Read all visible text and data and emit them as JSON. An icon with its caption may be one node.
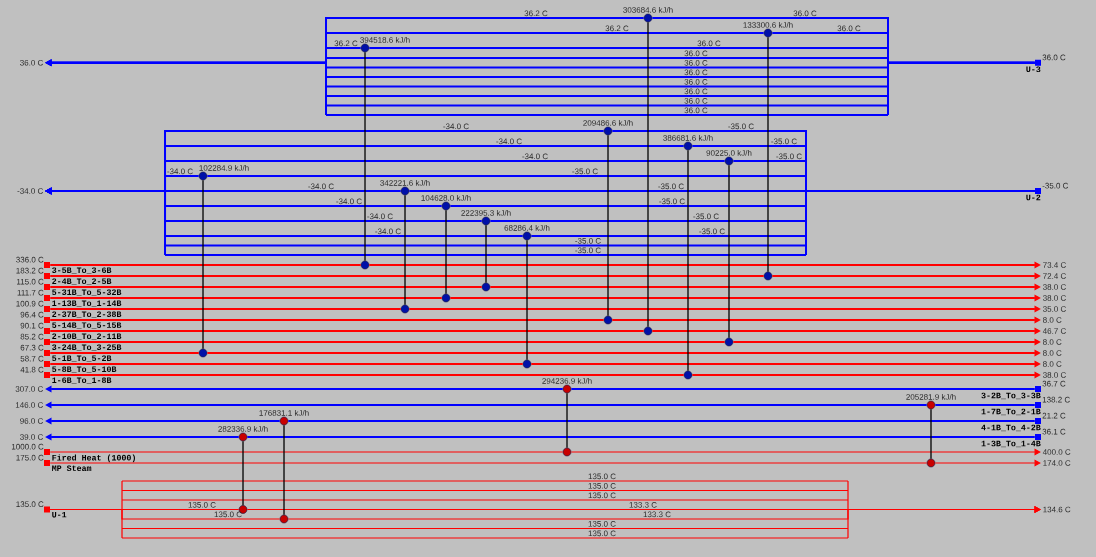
{
  "diagram": {
    "nodes": [
      {
        "text": [],
        "shape": "circle",
        "beside": [
          "303684.6 kJ/h"
        ]
      },
      {
        "text": [],
        "shape": "circle",
        "beside": [
          "133300.6 kJ/h"
        ]
      },
      {
        "text": [],
        "shape": "circle",
        "beside": [
          "394518.6 kJ/h"
        ]
      },
      {
        "text": [
          "36.0 C"
        ]
      },
      {
        "text": [
          "U-3"
        ],
        "beside": [
          "36.0 C"
        ]
      },
      {
        "text": [],
        "shape": "circle",
        "beside": [
          "209486.6 kJ/h"
        ]
      },
      {
        "text": [],
        "shape": "circle",
        "beside": [
          "386681.6 kJ/h"
        ]
      },
      {
        "text": [],
        "shape": "circle",
        "beside": [
          "90225.0 kJ/h"
        ]
      },
      {
        "text": [],
        "shape": "circle",
        "beside": [
          "102284.9 kJ/h"
        ]
      },
      {
        "text": [],
        "shape": "circle",
        "beside": [
          "342221.6 kJ/h"
        ]
      },
      {
        "text": [
          "-34.0 C"
        ]
      },
      {
        "text": [
          "U-2"
        ],
        "beside": [
          "-35.0 C"
        ]
      },
      {
        "text": [],
        "shape": "circle",
        "beside": [
          "104628.0 kJ/h"
        ]
      },
      {
        "text": [],
        "shape": "circle",
        "beside": [
          "222395.3 kJ/h"
        ]
      },
      {
        "text": [],
        "shape": "circle",
        "beside": [
          "68286.4 kJ/h"
        ]
      },
      {
        "text": [
          "3-5B_To_3-6B"
        ],
        "beside": [
          "336.0 C"
        ]
      },
      {
        "text": [],
        "shape": "circle"
      },
      {
        "text": [
          "73.4 C"
        ]
      },
      {
        "text": [
          "2-4B_To_2-5B"
        ],
        "beside": [
          "183.2 C"
        ]
      },
      {
        "text": [],
        "shape": "circle"
      },
      {
        "text": [
          "72.4 C"
        ]
      },
      {
        "text": [
          "5-31B_To_5-32B"
        ],
        "beside": [
          "115.0 C"
        ]
      },
      {
        "text": [],
        "shape": "circle"
      },
      {
        "text": [
          "38.0 C"
        ]
      },
      {
        "text": [
          "1-13B_To_1-14B"
        ],
        "beside": [
          "111.7 C"
        ]
      },
      {
        "text": [],
        "shape": "circle"
      },
      {
        "text": [
          "38.0 C"
        ]
      },
      {
        "text": [
          "2-37B_To_2-38B"
        ],
        "beside": [
          "100.9 C"
        ]
      },
      {
        "text": [],
        "shape": "circle"
      },
      {
        "text": [
          "35.0 C"
        ]
      },
      {
        "text": [
          "5-14B_To_5-15B"
        ],
        "beside": [
          "96.4 C"
        ]
      },
      {
        "text": [],
        "shape": "circle"
      },
      {
        "text": [
          "8.0 C"
        ]
      },
      {
        "text": [
          "2-10B_To_2-11B"
        ],
        "beside": [
          "90.1 C"
        ]
      },
      {
        "text": [],
        "shape": "circle"
      },
      {
        "text": [
          "46.7 C"
        ]
      },
      {
        "text": [
          "3-24B_To_3-25B"
        ],
        "beside": [
          "85.2 C"
        ]
      },
      {
        "text": [],
        "shape": "circle"
      },
      {
        "text": [
          "8.0 C"
        ]
      },
      {
        "text": [
          "5-1B_To_5-2B"
        ],
        "beside": [
          "67.3 C"
        ]
      },
      {
        "text": [],
        "shape": "circle"
      },
      {
        "text": [
          "8.0 C"
        ]
      },
      {
        "text": [
          "5-8B_To_5-10B"
        ],
        "beside": [
          "58.7 C"
        ]
      },
      {
        "text": [],
        "shape": "circle"
      },
      {
        "text": [
          "8.0 C"
        ]
      },
      {
        "text": [
          "1-6B_To_1-8B"
        ],
        "beside": [
          "41.8 C"
        ]
      },
      {
        "text": [],
        "shape": "circle"
      },
      {
        "text": [
          "38.0 C"
        ]
      },
      {
        "text": [
          "307.0 C"
        ]
      },
      {
        "text": [],
        "shape": "circle",
        "beside": [
          "294236.9 kJ/h"
        ]
      },
      {
        "text": [
          "3-2B_To_3-3B"
        ],
        "beside": [
          "36.7 C"
        ]
      },
      {
        "text": [
          "146.0 C"
        ]
      },
      {
        "text": [],
        "shape": "circle",
        "beside": [
          "205281.9 kJ/h"
        ]
      },
      {
        "text": [
          "1-7B_To_2-1B"
        ],
        "beside": [
          "138.2 C"
        ]
      },
      {
        "text": [
          "96.0 C"
        ]
      },
      {
        "text": [],
        "shape": "circle",
        "beside": [
          "176831.1 kJ/h"
        ]
      },
      {
        "text": [
          "4-1B_To_4-2B"
        ],
        "beside": [
          "21.2 C"
        ]
      },
      {
        "text": [
          "39.0 C"
        ]
      },
      {
        "text": [],
        "shape": "circle",
        "beside": [
          "282336.9 kJ/h"
        ]
      },
      {
        "text": [
          "1-3B_To_1-4B"
        ],
        "beside": [
          "36.1 C"
        ]
      },
      {
        "text": [
          "Fired Heat (1000)"
        ],
        "beside": [
          "1000.0 C"
        ]
      },
      {
        "text": [],
        "shape": "circle"
      },
      {
        "text": [
          "400.0 C"
        ]
      },
      {
        "text": [
          "MP Steam"
        ],
        "beside": [
          "175.0 C"
        ]
      },
      {
        "text": [],
        "shape": "circle"
      },
      {
        "text": [
          "174.0 C"
        ]
      },
      {
        "text": [
          "U-1"
        ],
        "beside": [
          "135.0 C"
        ]
      },
      {
        "text": [],
        "shape": "circle"
      },
      {
        "text": [],
        "shape": "circle"
      },
      {
        "text": [
          "134.6 C"
        ]
      }
    ],
    "edges": [
      {
        "from": 4,
        "to": 0,
        "arrow": "none",
        "color": "#0000ff"
      },
      {
        "from": 4,
        "to": 1,
        "arrow": "none",
        "color": "#0000ff"
      },
      {
        "from": 4,
        "to": 2,
        "arrow": "none",
        "color": "#0000ff"
      },
      {
        "from": 4,
        "to": 3,
        "arrow": "to",
        "color": "#0000ff"
      },
      {
        "from": 0,
        "to": 3,
        "arrow": "to",
        "color": "#0000ff"
      },
      {
        "from": 1,
        "to": 3,
        "arrow": "to",
        "color": "#0000ff"
      },
      {
        "from": 2,
        "to": 3,
        "arrow": "to",
        "color": "#0000ff"
      },
      {
        "from": 11,
        "to": 5,
        "arrow": "none",
        "color": "#0000ff"
      },
      {
        "from": 11,
        "to": 6,
        "arrow": "none",
        "color": "#0000ff"
      },
      {
        "from": 11,
        "to": 7,
        "arrow": "none",
        "color": "#0000ff"
      },
      {
        "from": 11,
        "to": 8,
        "arrow": "none",
        "color": "#0000ff"
      },
      {
        "from": 11,
        "to": 9,
        "arrow": "none",
        "color": "#0000ff"
      },
      {
        "from": 11,
        "to": 12,
        "arrow": "none",
        "color": "#0000ff"
      },
      {
        "from": 11,
        "to": 13,
        "arrow": "none",
        "color": "#0000ff"
      },
      {
        "from": 11,
        "to": 14,
        "arrow": "none",
        "color": "#0000ff"
      },
      {
        "from": 11,
        "to": 10,
        "arrow": "to",
        "color": "#0000ff"
      },
      {
        "from": 5,
        "to": 10,
        "arrow": "to",
        "color": "#0000ff"
      },
      {
        "from": 6,
        "to": 10,
        "arrow": "to",
        "color": "#0000ff"
      },
      {
        "from": 7,
        "to": 10,
        "arrow": "to",
        "color": "#0000ff"
      },
      {
        "from": 8,
        "to": 10,
        "arrow": "to",
        "color": "#0000ff"
      },
      {
        "from": 9,
        "to": 10,
        "arrow": "to",
        "color": "#0000ff"
      },
      {
        "from": 12,
        "to": 10,
        "arrow": "to",
        "color": "#0000ff"
      },
      {
        "from": 13,
        "to": 10,
        "arrow": "to",
        "color": "#0000ff"
      },
      {
        "from": 14,
        "to": 10,
        "arrow": "to",
        "color": "#0000ff"
      },
      {
        "from": 15,
        "to": 16,
        "arrow": "none",
        "color": "#ff0000"
      },
      {
        "from": 16,
        "to": 17,
        "arrow": "to",
        "color": "#ff0000"
      },
      {
        "from": 18,
        "to": 19,
        "arrow": "none",
        "color": "#ff0000"
      },
      {
        "from": 19,
        "to": 20,
        "arrow": "to",
        "color": "#ff0000"
      },
      {
        "from": 21,
        "to": 22,
        "arrow": "none",
        "color": "#ff0000"
      },
      {
        "from": 22,
        "to": 23,
        "arrow": "to",
        "color": "#ff0000"
      },
      {
        "from": 24,
        "to": 25,
        "arrow": "none",
        "color": "#ff0000"
      },
      {
        "from": 25,
        "to": 26,
        "arrow": "to",
        "color": "#ff0000"
      },
      {
        "from": 27,
        "to": 28,
        "arrow": "none",
        "color": "#ff0000"
      },
      {
        "from": 28,
        "to": 29,
        "arrow": "to",
        "color": "#ff0000"
      },
      {
        "from": 30,
        "to": 31,
        "arrow": "none",
        "color": "#ff0000"
      },
      {
        "from": 31,
        "to": 32,
        "arrow": "to",
        "color": "#ff0000"
      },
      {
        "from": 33,
        "to": 34,
        "arrow": "none",
        "color": "#ff0000"
      },
      {
        "from": 34,
        "to": 35,
        "arrow": "to",
        "color": "#ff0000"
      },
      {
        "from": 36,
        "to": 37,
        "arrow": "none",
        "color": "#ff0000"
      },
      {
        "from": 37,
        "to": 38,
        "arrow": "to",
        "color": "#ff0000"
      },
      {
        "from": 39,
        "to": 40,
        "arrow": "none",
        "color": "#ff0000"
      },
      {
        "from": 40,
        "to": 41,
        "arrow": "to",
        "color": "#ff0000"
      },
      {
        "from": 42,
        "to": 43,
        "arrow": "none",
        "color": "#ff0000"
      },
      {
        "from": 43,
        "to": 44,
        "arrow": "to",
        "color": "#ff0000"
      },
      {
        "from": 45,
        "to": 46,
        "arrow": "none",
        "color": "#ff0000"
      },
      {
        "from": 46,
        "to": 47,
        "arrow": "to",
        "color": "#ff0000"
      },
      {
        "from": 50,
        "to": 49,
        "arrow": "none",
        "color": "#0000ff"
      },
      {
        "from": 49,
        "to": 48,
        "arrow": "to",
        "color": "#0000ff"
      },
      {
        "from": 53,
        "to": 52,
        "arrow": "none",
        "color": "#0000ff"
      },
      {
        "from": 52,
        "to": 51,
        "arrow": "to",
        "color": "#0000ff"
      },
      {
        "from": 56,
        "to": 55,
        "arrow": "none",
        "color": "#0000ff"
      },
      {
        "from": 55,
        "to": 54,
        "arrow": "to",
        "color": "#0000ff"
      },
      {
        "from": 59,
        "to": 58,
        "arrow": "none",
        "color": "#0000ff"
      },
      {
        "from": 58,
        "to": 57,
        "arrow": "to",
        "color": "#0000ff"
      },
      {
        "from": 60,
        "to": 61,
        "arrow": "none",
        "color": "#ff0000"
      },
      {
        "from": 61,
        "to": 62,
        "arrow": "to",
        "color": "#ff0000"
      },
      {
        "from": 63,
        "to": 64,
        "arrow": "none",
        "color": "#ff0000"
      },
      {
        "from": 64,
        "to": 65,
        "arrow": "to",
        "color": "#ff0000"
      },
      {
        "from": 66,
        "to": 67,
        "arrow": "none",
        "color": "#ff0000"
      },
      {
        "from": 66,
        "to": 68,
        "arrow": "none",
        "color": "#ff0000"
      },
      {
        "from": 66,
        "to": 69,
        "arrow": "to",
        "color": "#ff0000"
      },
      {
        "from": 67,
        "to": 69,
        "arrow": "to",
        "color": "#ff0000"
      },
      {
        "from": 68,
        "to": 69,
        "arrow": "to",
        "color": "#ff0000"
      },
      {
        "from": 0,
        "to": 34,
        "arrow": "none",
        "color": "#000000"
      },
      {
        "from": 1,
        "to": 19,
        "arrow": "none",
        "color": "#000000"
      },
      {
        "from": 2,
        "to": 16,
        "arrow": "none",
        "color": "#000000"
      },
      {
        "from": 5,
        "to": 31,
        "arrow": "none",
        "color": "#000000"
      },
      {
        "from": 6,
        "to": 46,
        "arrow": "none",
        "color": "#000000"
      },
      {
        "from": 7,
        "to": 37,
        "arrow": "none",
        "color": "#000000"
      },
      {
        "from": 8,
        "to": 40,
        "arrow": "none",
        "color": "#000000"
      },
      {
        "from": 9,
        "to": 28,
        "arrow": "none",
        "color": "#000000"
      },
      {
        "from": 12,
        "to": 25,
        "arrow": "none",
        "color": "#000000"
      },
      {
        "from": 13,
        "to": 22,
        "arrow": "none",
        "color": "#000000"
      },
      {
        "from": 14,
        "to": 43,
        "arrow": "none",
        "color": "#000000"
      },
      {
        "from": 49,
        "to": 61,
        "arrow": "none",
        "color": "#000000"
      },
      {
        "from": 52,
        "to": 64,
        "arrow": "none",
        "color": "#000000"
      },
      {
        "from": 55,
        "to": 68,
        "arrow": "none",
        "color": "#000000"
      },
      {
        "from": 58,
        "to": 67,
        "arrow": "none",
        "color": "#000000"
      }
    ],
    "labels": [
      "36.2 C",
      "36.0 C",
      "36.2 C",
      "36.0 C",
      "36.2 C",
      "36.0 C",
      "36.0 C",
      "36.0 C",
      "36.0 C",
      "36.0 C",
      "36.0 C",
      "36.0 C",
      "36.0 C",
      "-34.0 C",
      "-35.0 C",
      "-34.0 C",
      "-35.0 C",
      "-34.0 C",
      "-35.0 C",
      "-34.0 C",
      "-35.0 C",
      "-34.0 C",
      "-35.0 C",
      "-34.0 C",
      "-35.0 C",
      "-34.0 C",
      "-35.0 C",
      "-34.0 C",
      "-35.0 C",
      "-35.0 C",
      "-35.0 C",
      "135.0 C",
      "135.0 C",
      "135.0 C",
      "135.0 C",
      "133.3 C",
      "135.0 C",
      "133.3 C",
      "135.0 C",
      "135.0 C"
    ]
  }
}
